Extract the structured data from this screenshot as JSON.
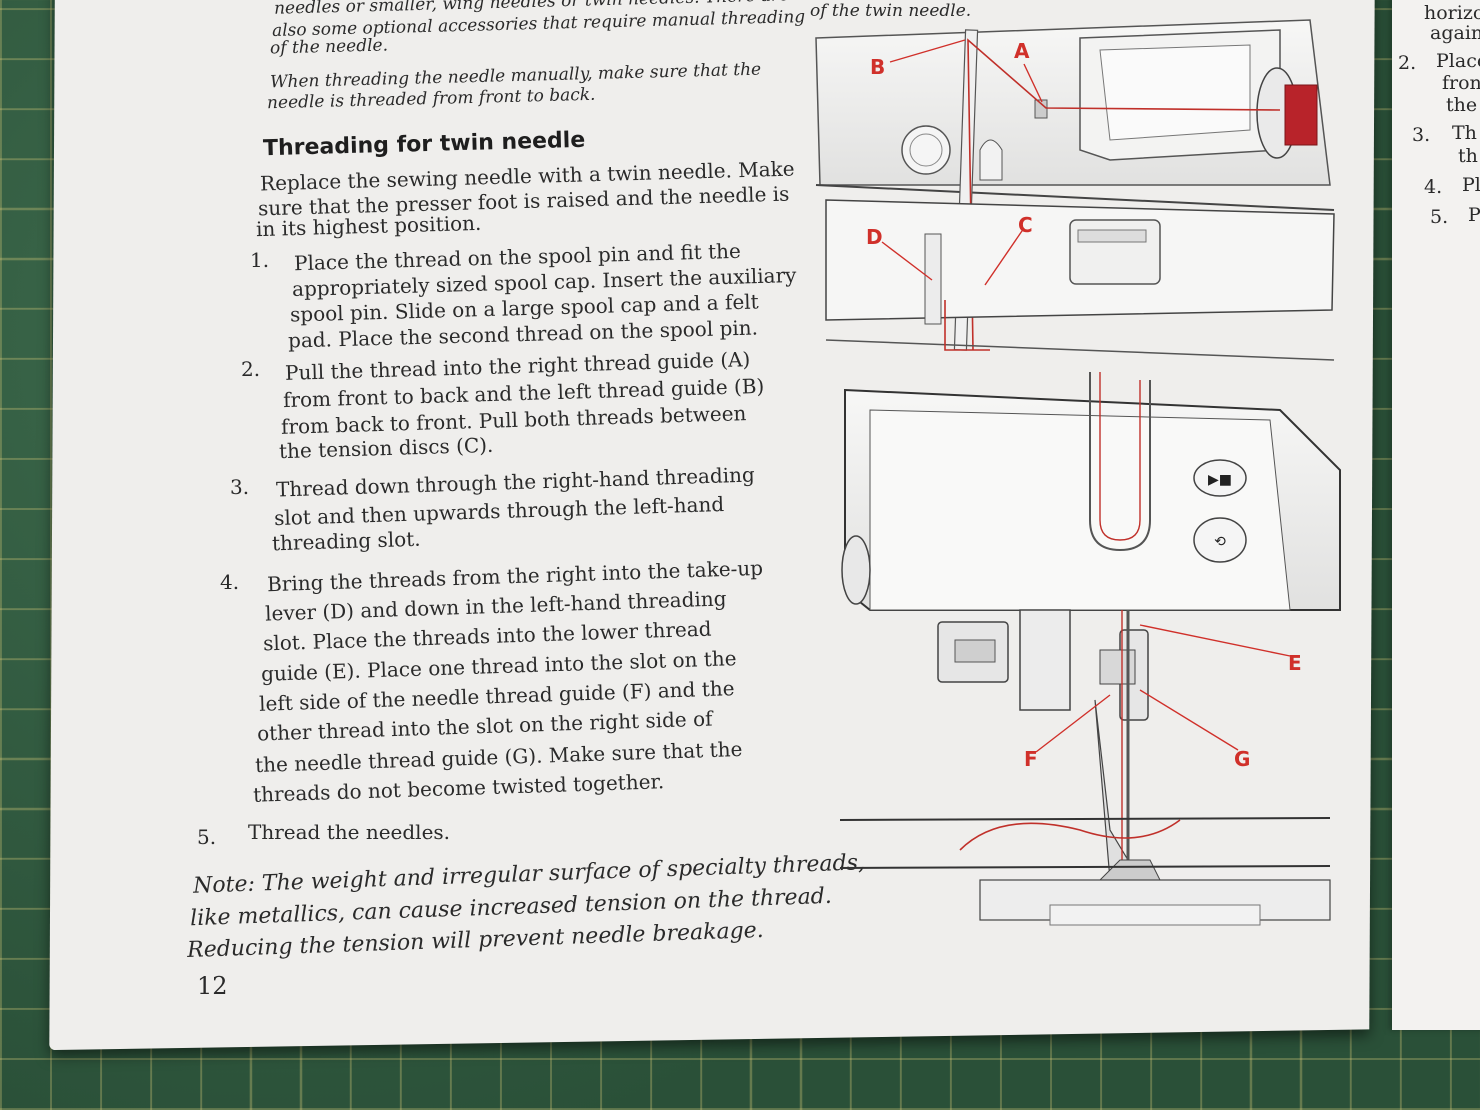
{
  "top_text": {
    "line1": "needles or smaller, wing needles or twin needles. There are",
    "line2": "also some optional accessories that require manual threading",
    "line3": "of the needle.",
    "manual_note_1": "When threading the needle manually, make sure that the",
    "manual_note_2": "needle is threaded from front to back."
  },
  "section": {
    "heading": "Threading for twin needle",
    "intro": [
      "Replace the sewing needle with a twin needle. Make",
      "sure that the presser foot is raised and the needle is",
      "in its highest position."
    ],
    "steps": [
      {
        "num": "1.",
        "lines": [
          "Place the thread on the spool pin and fit the",
          "appropriately sized spool cap. Insert the auxiliary",
          "spool pin. Slide on a large spool cap and a felt",
          "pad. Place the second thread on the spool pin."
        ]
      },
      {
        "num": "2.",
        "lines": [
          "Pull the thread into the right thread guide (A)",
          "from front to back and the left thread guide (B)",
          "from back to front. Pull both threads between",
          "the tension discs (C)."
        ]
      },
      {
        "num": "3.",
        "lines": [
          "Thread down through the right-hand threading",
          "slot and then upwards through the left-hand",
          "threading slot."
        ]
      },
      {
        "num": "4.",
        "lines": [
          "Bring the threads from the right into the take-up",
          "lever (D) and down in the left-hand threading",
          "slot. Place the threads into the lower thread",
          "guide (E). Place one thread into the slot on the",
          "left side of the needle thread guide (F) and the",
          "other thread into the slot on the right side of",
          "the needle thread guide (G). Make sure that the",
          "threads do not become twisted together."
        ]
      },
      {
        "num": "5.",
        "lines": [
          "Thread the needles."
        ]
      }
    ],
    "note": [
      "Note: The weight and irregular surface of specialty threads,",
      "like metallics, can cause increased tension on the thread.",
      "Reducing the tension will prevent needle breakage."
    ]
  },
  "page_number": "12",
  "figure": {
    "caption_fragment": "of the twin needle.",
    "labels": {
      "A": "A",
      "B": "B",
      "C": "C",
      "D": "D",
      "E": "E",
      "F": "F",
      "G": "G"
    },
    "label_color": "#d0302a",
    "thread_color": "#c0302a"
  },
  "right_page": {
    "lines": [
      "horizo",
      "again",
      "2.",
      "Place",
      "fron",
      "the",
      "3.",
      "Th",
      "th",
      "4.",
      "Pl",
      "5.",
      "P"
    ]
  }
}
